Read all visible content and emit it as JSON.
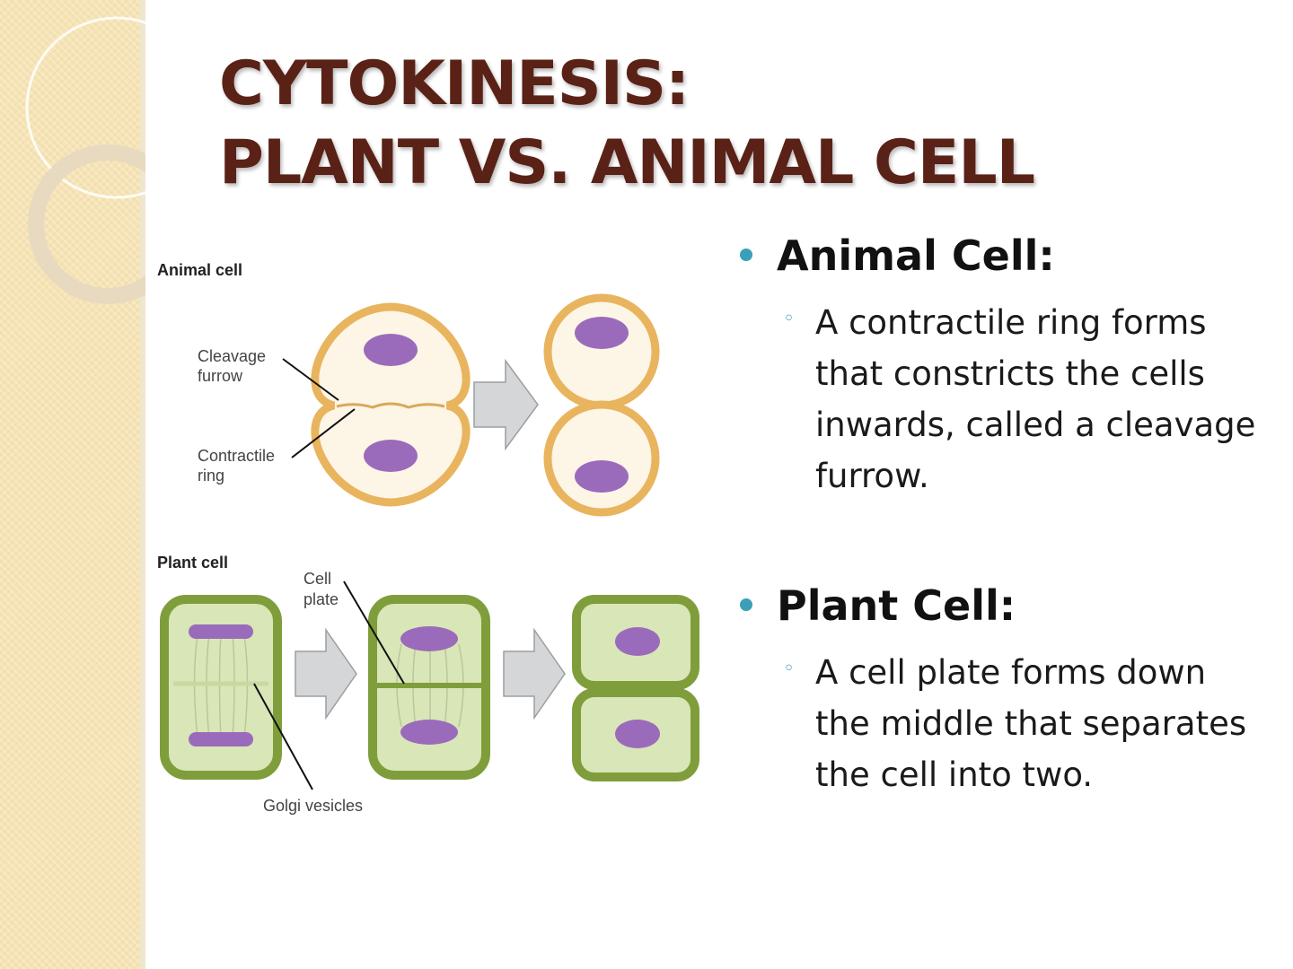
{
  "title": {
    "line1": "CYTOKINESIS:",
    "line2": "PLANT VS. ANIMAL CELL"
  },
  "diagram": {
    "animal_heading": "Animal cell",
    "cleavage_label": [
      "Cleavage",
      "furrow"
    ],
    "contractile_label": [
      "Contractile",
      "ring"
    ],
    "plant_heading": "Plant cell",
    "cell_plate_label": [
      "Cell",
      "plate"
    ],
    "golgi_label": "Golgi vesicles"
  },
  "bullets": [
    {
      "heading": "Animal Cell:",
      "text": "A contractile ring forms that constricts the cells inwards, called a cleavage furrow."
    },
    {
      "heading": "Plant Cell:",
      "text": "A cell plate forms down the middle that separates the cell into two."
    }
  ],
  "colors": {
    "title": "#5a2116",
    "bullet_accent": "#3aa0b8",
    "side_panel": "#f6e3b4",
    "animal_membrane": "#e9b45e",
    "animal_cytoplasm": "#fdf5e6",
    "plant_wall": "#7f9e3b",
    "plant_cytoplasm": "#d9e6b7",
    "nucleus": "#9b6bbb",
    "arrow": "#d5d6d8"
  }
}
